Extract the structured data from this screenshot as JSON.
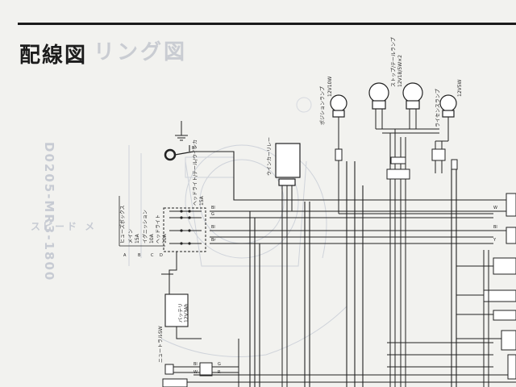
{
  "title": "配線図",
  "bleed": {
    "title": "リング図",
    "model": "D0205-MR3-1800",
    "speed": "スピード メ"
  },
  "components": {
    "position_lamp": {
      "name": "ポジションランプ",
      "rating": "12V10W"
    },
    "stop_tail_lamp": {
      "name": "ストップ/テールランプ",
      "rating": "12V18/5W×2"
    },
    "license_lamp": {
      "name": "ライセンスランプ",
      "rating": "12V5W"
    },
    "winker_relay": {
      "name": "ウインカーリレー"
    },
    "fuse_box": {
      "name": "ヒューズボックス",
      "items": [
        {
          "letter": "A",
          "label": "メイン",
          "amp": "15A"
        },
        {
          "letter": "B",
          "label": "イグニッション",
          "amp": "10A"
        },
        {
          "letter": "C",
          "label": "ヘッドライト",
          "amp": "10A"
        },
        {
          "letter": "D",
          "label": "ヘッドライト/テール/ウインカ",
          "amp": "15A"
        }
      ]
    },
    "battery": {
      "name": "バッテリ",
      "rating": "12V3Ah"
    },
    "neutral_switch": {
      "name": "ニュートラルSW"
    }
  },
  "wire_colors": [
    "Bl",
    "G",
    "Bl",
    "Br",
    "W",
    "Bl",
    "Y",
    "Bl",
    "W",
    "G",
    "R",
    "Bl"
  ]
}
